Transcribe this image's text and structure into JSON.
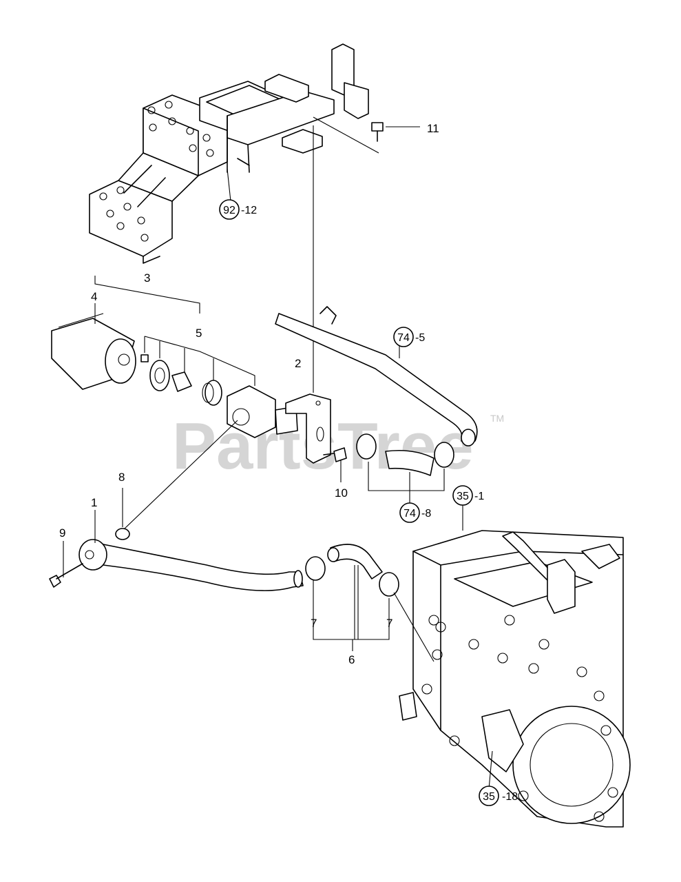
{
  "labels": {
    "p1": "1",
    "p2": "2",
    "p3": "3",
    "p4": "4",
    "p5": "5",
    "p6": "6",
    "p7a": "7",
    "p7b": "7",
    "p8": "8",
    "p9": "9",
    "p10": "10",
    "p11": "11"
  },
  "refs": {
    "r92": {
      "circle": "92",
      "suffix": "-12"
    },
    "r74a": {
      "circle": "74",
      "suffix": "-5"
    },
    "r74b": {
      "circle": "74",
      "suffix": "-8"
    },
    "r35a": {
      "circle": "35",
      "suffix": "-1"
    },
    "r35b": {
      "circle": "35",
      "suffix": "-18"
    }
  },
  "watermark": {
    "text": "PartsTree",
    "tm": "TM"
  }
}
